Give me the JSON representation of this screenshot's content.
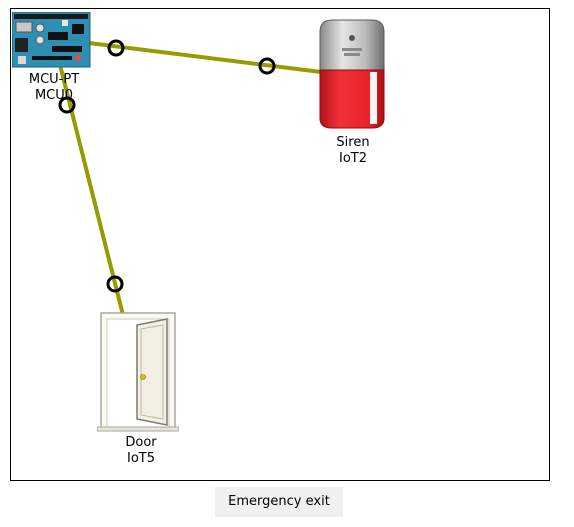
{
  "devices": {
    "mcu": {
      "type": "MCU-PT",
      "name": "MCU0"
    },
    "siren": {
      "type": "Siren",
      "name": "IoT2"
    },
    "door": {
      "type": "Door",
      "name": "IoT5"
    }
  },
  "links": [
    {
      "from": "mcu",
      "to": "siren"
    },
    {
      "from": "mcu",
      "to": "door"
    }
  ],
  "colors": {
    "link": "#999900",
    "canvas_border": "#000000",
    "caption_bg": "#f0f0f0",
    "siren_red": "#e8242a",
    "board_blue": "#2f8fb3"
  },
  "caption": "Emergency exit"
}
